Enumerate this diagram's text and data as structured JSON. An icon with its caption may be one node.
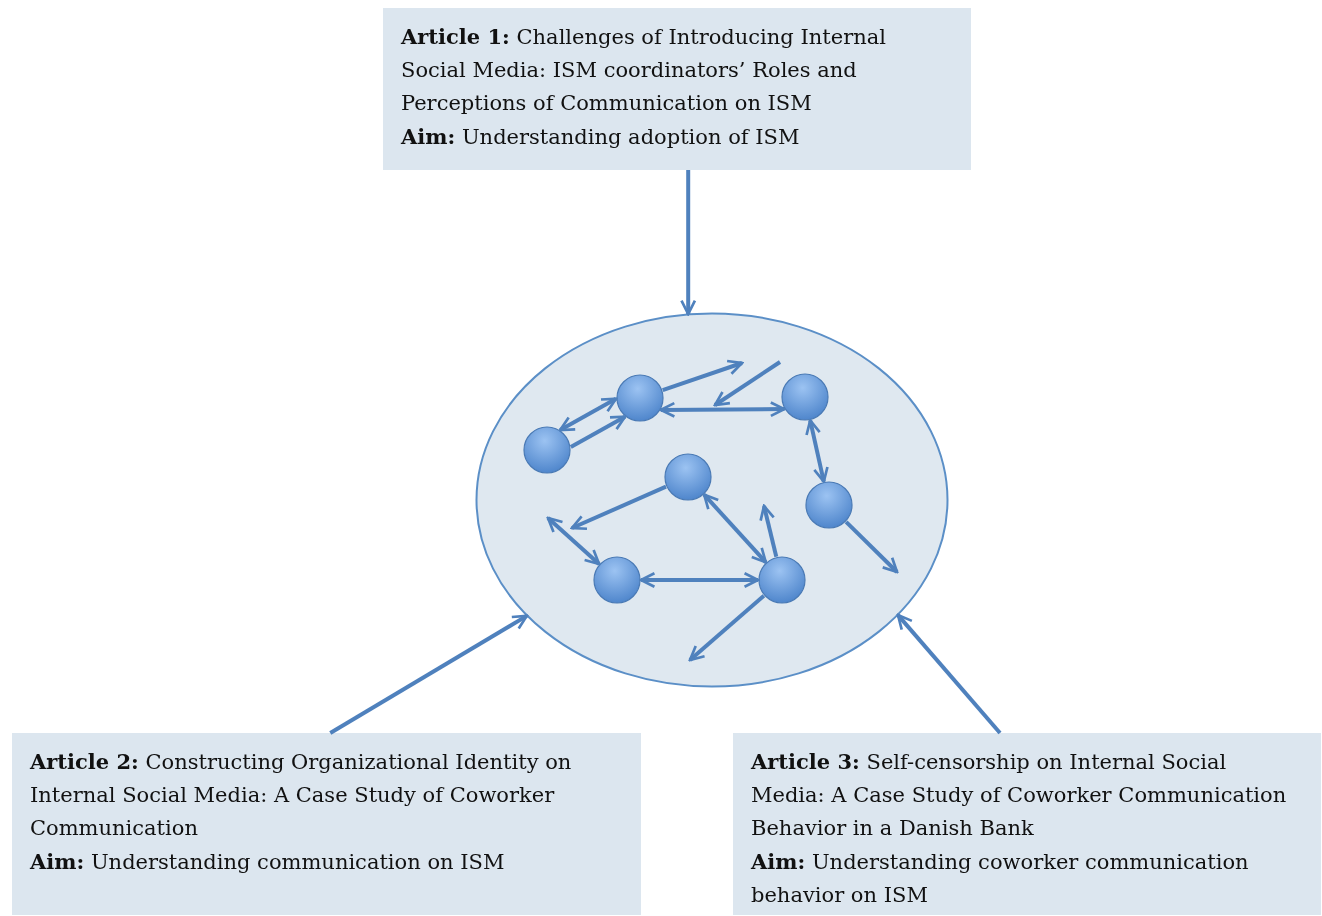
{
  "diagram": {
    "nodes": [
      {
        "text": [
          "**Article 1:** Challenges of Introducing Internal Social Media: ISM coordinators’ Roles and Perceptions of Communication on ISM",
          "**Aim:** Understanding adoption of ISM"
        ]
      },
      {
        "text": [],
        "shape": "circle"
      },
      {
        "text": [],
        "shape": "circle",
        "in": 1
      },
      {
        "text": [],
        "shape": "circle",
        "in": 1
      },
      {
        "text": [],
        "shape": "circle",
        "in": 1
      },
      {
        "text": [],
        "shape": "circle",
        "in": 1
      },
      {
        "text": [],
        "shape": "circle",
        "in": 1
      },
      {
        "text": [],
        "shape": "circle",
        "in": 1
      },
      {
        "text": [],
        "shape": "circle",
        "in": 1
      },
      {
        "text": [
          "**Article 2:** Constructing Organizational Identity on Internal Social Media: A Case Study of Coworker Communication",
          "**Aim:** Understanding communication on ISM"
        ]
      },
      {
        "text": [
          "**Article 3:** Self-censorship on Internal Social Media: A Case Study of Coworker Communication Behavior in a Danish Bank",
          "**Aim:** Understanding coworker communication behavior on ISM"
        ]
      }
    ],
    "edges": [
      {
        "from": 0,
        "to": 1,
        "arrow": "to"
      },
      {
        "from": 2,
        "to": 3,
        "arrow": "both"
      },
      {
        "from": 2,
        "to": 3,
        "arrow": "to"
      },
      {
        "from": 3,
        "to": null,
        "arrow": "to"
      },
      {
        "from": 3,
        "to": 4,
        "arrow": "both"
      },
      {
        "from": 4,
        "to": 6,
        "arrow": "both"
      },
      {
        "from": 5,
        "to": null,
        "arrow": "to"
      },
      {
        "from": null,
        "to": 7,
        "arrow": "both"
      },
      {
        "from": 5,
        "to": 8,
        "arrow": "both"
      },
      {
        "from": 7,
        "to": 8,
        "arrow": "both"
      },
      {
        "from": 8,
        "to": null,
        "arrow": "to"
      },
      {
        "from": 6,
        "to": null,
        "arrow": "to"
      },
      {
        "from": 8,
        "to": null,
        "arrow": "to"
      },
      {
        "from": 9,
        "to": 1,
        "arrow": "to"
      },
      {
        "from": 10,
        "to": 1,
        "arrow": "to"
      }
    ]
  }
}
